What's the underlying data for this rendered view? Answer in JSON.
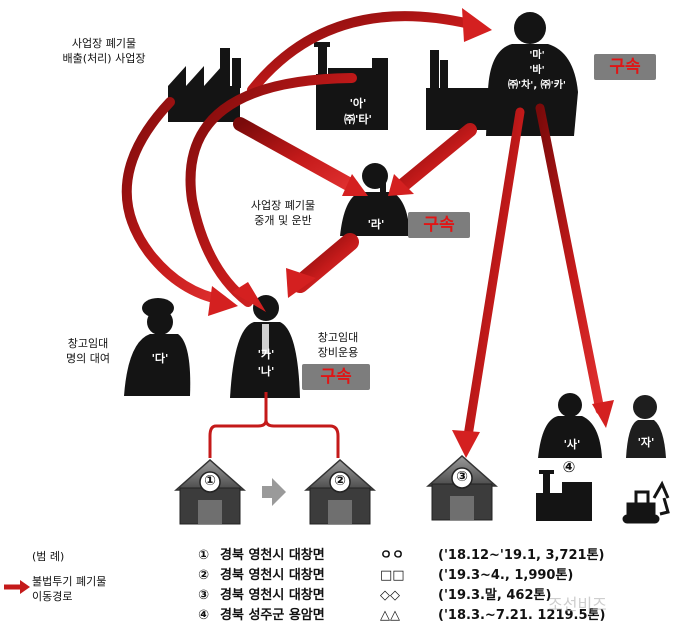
{
  "colors": {
    "arrow": "#c41a1a",
    "figure": "#141414",
    "badge_bg": "#7d7d7d",
    "badge_text": "#e11515"
  },
  "labels": {
    "generator": "사업장 폐기물\n배출(처리) 사업장",
    "broker": "사업장 폐기물\n중개 및 운반",
    "warehouse_lend": "창고임대\n명의 대여",
    "warehouse_op": "창고임대\n장비운용"
  },
  "figures": {
    "a_ta": "'아'\n㈜'타'",
    "ma_ba": "'마'\n'바'\n㈜'차', ㈜'카'",
    "ra": "'라'",
    "da": "'다'",
    "ga_na": "'가'\n'나'",
    "sa": "'사'",
    "ja": "'자'"
  },
  "badges": {
    "ma_ba": "구속",
    "ra": "구속",
    "ga_na": "구속"
  },
  "sites": {
    "s1": "①",
    "s2": "②",
    "s3": "③",
    "s4": "④"
  },
  "legend": {
    "title": "(범 례)",
    "arrow_text": "불법투기 폐기물\n이동경로"
  },
  "locations": [
    {
      "num": "①",
      "name": "경북 영천시 대창면",
      "mark": "ㅇㅇ",
      "period": "('18.12~'19.1, 3,721톤)"
    },
    {
      "num": "②",
      "name": "경북 영천시 대창면",
      "mark": "□□",
      "period": "('19.3~4., 1,990톤)"
    },
    {
      "num": "③",
      "name": "경북 영천시 대창면",
      "mark": "◇◇",
      "period": "('19.3.말, 462톤)"
    },
    {
      "num": "④",
      "name": "경북 성주군 용암면",
      "mark": "△△",
      "period": "('18.3.~7.21. 1219.5톤)"
    }
  ],
  "watermark": "조선비즈"
}
